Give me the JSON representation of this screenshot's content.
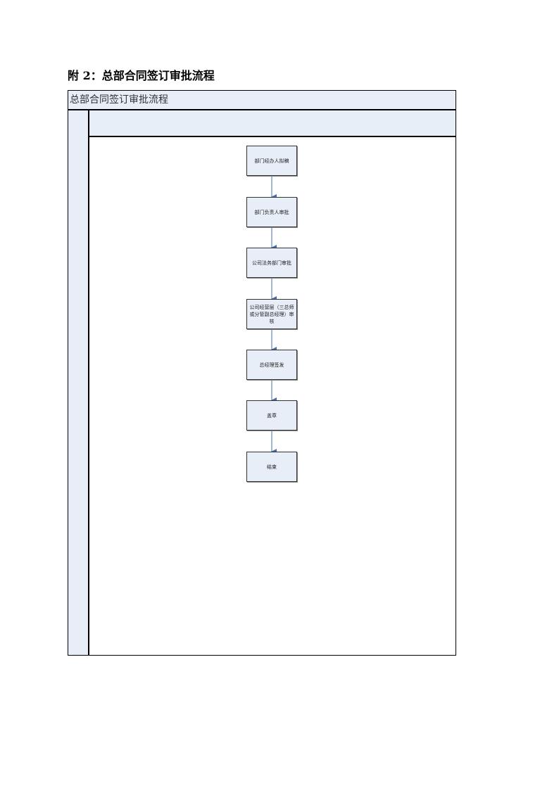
{
  "heading": "附 2：总部合同签订审批流程",
  "pool": {
    "title": "总部合同签订审批流程"
  },
  "steps": [
    {
      "label": "部门经办人拟稿"
    },
    {
      "label": "部门负责人审批"
    },
    {
      "label": "公司法务部门审批"
    },
    {
      "label": "公司经营层（三总师或分管副总经理）审核"
    },
    {
      "label": "总经理签发"
    },
    {
      "label": "盖章"
    },
    {
      "label": "结束"
    }
  ],
  "colors": {
    "lane_fill": "#e8eef7",
    "connector": "#4a6fa5",
    "border": "#000000"
  }
}
